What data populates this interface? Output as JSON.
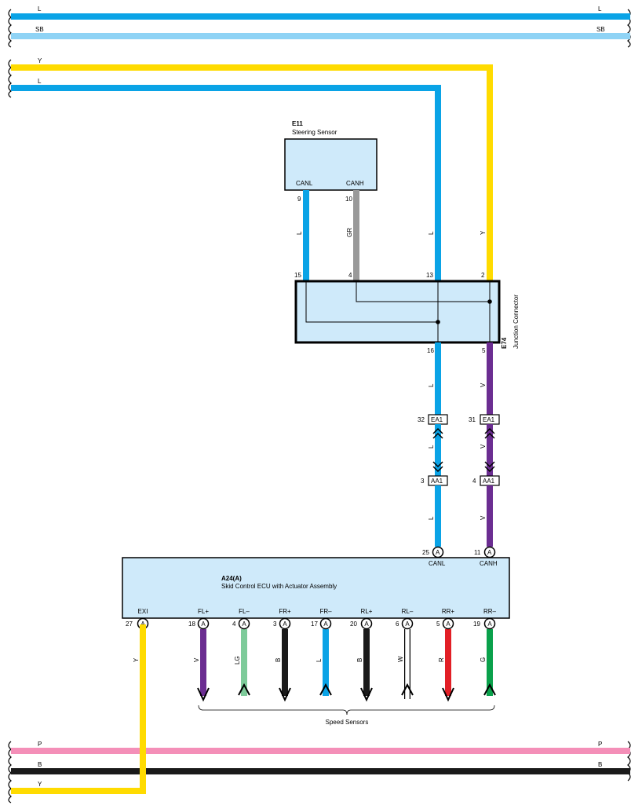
{
  "colors": {
    "L": "#0aa3e6",
    "SB": "#8fd3f5",
    "Y": "#ffdb00",
    "V": "#6b2d91",
    "GR": "#999999",
    "LG": "#7ecb9a",
    "B": "#1a1a1a",
    "W": "#ffffff",
    "R": "#e21f26",
    "G": "#0aa14b",
    "P": "#f48fb8",
    "box_fill": "#cfeafa"
  },
  "bus_top": {
    "l1_left": "L",
    "l1_right": "L",
    "sb_left": "SB",
    "sb_right": "SB",
    "y_left": "Y",
    "l2_left": "L"
  },
  "bus_bottom": {
    "p_left": "P",
    "p_right": "P",
    "b_left": "B",
    "b_right": "B",
    "y_left": "Y"
  },
  "steering_sensor": {
    "code": "E11",
    "name": "Steering Sensor",
    "pin_canl": "CANL",
    "pin_canh": "CANH",
    "pin_num_canl": "9",
    "pin_num_canh": "10",
    "wire_canl": "L",
    "wire_canh": "GR"
  },
  "vertical_wires": {
    "l_main": "L",
    "y_main": "Y"
  },
  "junction_connector": {
    "code": "E74",
    "name": "Junction Connector",
    "pin_15": "15",
    "pin_4": "4",
    "pin_13": "13",
    "pin_2": "2",
    "pin_16": "16",
    "pin_5": "5"
  },
  "lower_wires": {
    "l_a": "L",
    "v_a": "V",
    "l_b": "L",
    "v_b": "V",
    "l_c": "L",
    "v_c": "V"
  },
  "connectors": {
    "ea1": "EA1",
    "aa1": "AA1",
    "pin_32": "32",
    "pin_31": "31",
    "pin_3": "3",
    "pin_4": "4"
  },
  "ecu": {
    "code": "A24(A)",
    "name": "Skid Control ECU with Actuator Assembly",
    "conn_letter": "A",
    "pin_25": "25",
    "pin_11": "11",
    "canl": "CANL",
    "canh": "CANH",
    "bottom_pins": [
      {
        "label": "EXI",
        "num": "27",
        "wire": "Y"
      },
      {
        "label": "FL+",
        "num": "18",
        "wire": "V"
      },
      {
        "label": "FL–",
        "num": "4",
        "wire": "LG"
      },
      {
        "label": "FR+",
        "num": "3",
        "wire": "B"
      },
      {
        "label": "FR–",
        "num": "17",
        "wire": "L"
      },
      {
        "label": "RL+",
        "num": "20",
        "wire": "B"
      },
      {
        "label": "RL–",
        "num": "6",
        "wire": "W"
      },
      {
        "label": "RR+",
        "num": "5",
        "wire": "R"
      },
      {
        "label": "RR–",
        "num": "19",
        "wire": "G"
      }
    ]
  },
  "speed_sensors_label": "Speed Sensors"
}
